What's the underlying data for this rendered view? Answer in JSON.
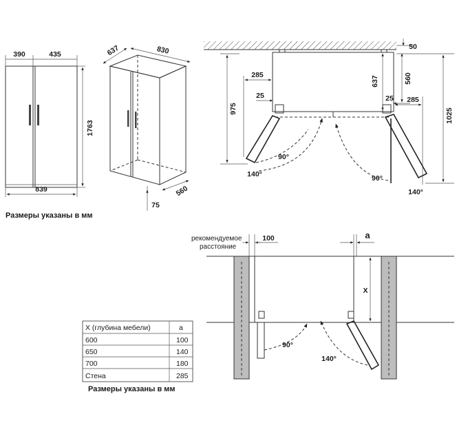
{
  "front_view": {
    "width_left": "390",
    "width_right": "435",
    "total_width": "839",
    "height": "1763"
  },
  "iso_view": {
    "depth": "637",
    "width": "830",
    "door_depth": "560",
    "foot": "75"
  },
  "caption_top": "Размеры указаны в мм",
  "top_view": {
    "clearance_top": "50",
    "left_offset": "285",
    "body_depth": "637",
    "side_depth": "560",
    "left_hinge": "25",
    "right_hinge": "25",
    "right_offset": "285",
    "depth_left": "975",
    "depth_right": "1025",
    "angle_left_90": "90°",
    "angle_left_140": "140°",
    "angle_right_90": "90°",
    "angle_right_140": "140°"
  },
  "install_view": {
    "recommended_line1": "рекомендуемое",
    "recommended_line2": "расстояние",
    "gap": "100",
    "a_label": "a",
    "x_label": "X",
    "angle_90": "90°",
    "angle_140": "140°"
  },
  "table": {
    "headers": [
      "X (глубина мебели)",
      "a"
    ],
    "rows": [
      [
        "600",
        "100"
      ],
      [
        "650",
        "140"
      ],
      [
        "700",
        "180"
      ],
      [
        "Стена",
        "285"
      ]
    ]
  },
  "caption_bottom": "Размеры указаны в мм"
}
